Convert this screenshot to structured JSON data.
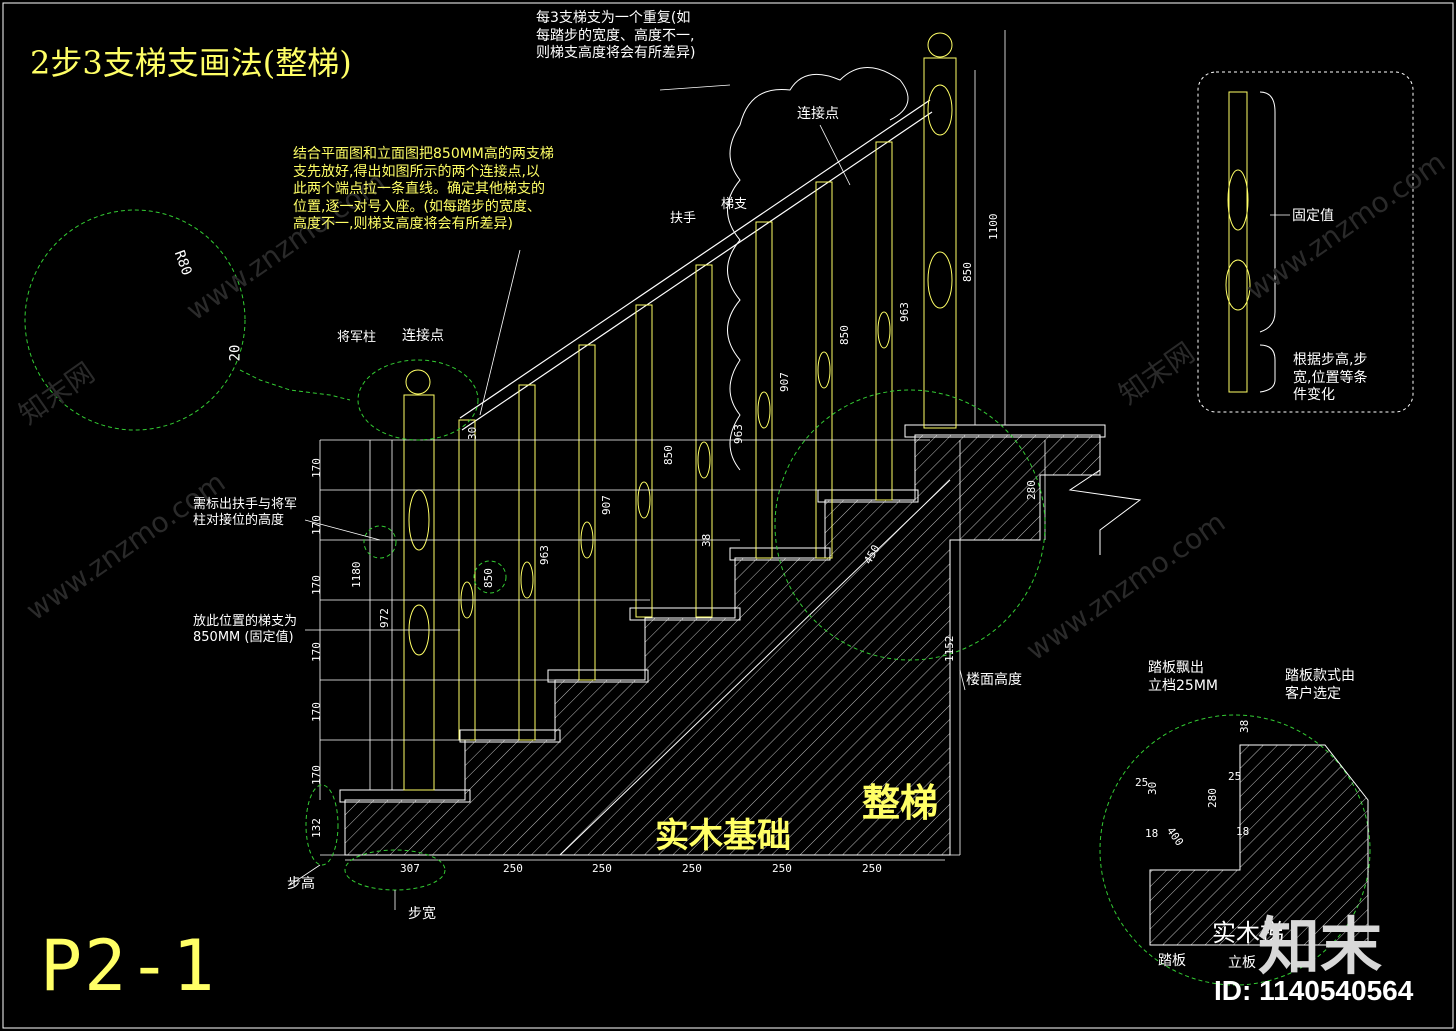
{
  "title": "2步3支梯支画法(整梯)",
  "page_id": "P2-1",
  "notes": {
    "repeat": [
      "每3支梯支为一个重复(如",
      "每踏步的宽度、高度不一,",
      "则梯支高度将会有所差异)"
    ],
    "connect_top": "连接点",
    "connect_left": "连接点",
    "newel": "将军柱",
    "handrail": "扶手",
    "baluster": "梯支",
    "instructions": [
      "结合平面图和立面图把850MM高的两支梯",
      "支先放好,得出如图所示的两个连接点,以",
      "此两个端点拉一条直线。确定其他梯支的",
      "位置,逐一对号入座。(如每踏步的宽度、",
      "高度不一,则梯支高度将会有所差异)"
    ],
    "mark_height": [
      "需标出扶手与将军",
      "柱对接位的高度"
    ],
    "fixed_850": [
      "放此位置的梯支为",
      "850MM (固定值)"
    ],
    "fixed_value": "固定值",
    "vary": [
      "根据步高,步",
      "宽,位置等条",
      "件变化"
    ],
    "floor_height": "楼面高度",
    "tread_overhang": [
      "踏板飘出",
      "立档25MM"
    ],
    "tread_style": [
      "踏板款式由",
      "客户选定"
    ],
    "solid_base": "实木基础",
    "whole_stair": "整梯",
    "step_height": "步高",
    "step_width": "步宽",
    "solid_stair_detail": "实木梯",
    "tread": "踏板",
    "riser": "立板"
  },
  "dimensions": {
    "r80": "R80",
    "d20": "20",
    "v170": [
      "170",
      "170",
      "170",
      "170",
      "170",
      "170"
    ],
    "v132": "132",
    "v1180": "1180",
    "v972": "972",
    "v850a": "850",
    "v963a": "963",
    "v907a": "907",
    "v850b": "850",
    "v963b": "963",
    "v907b": "907",
    "v850c": "850",
    "v963c": "963",
    "v1100": "1100",
    "v850d": "850",
    "v1152": "1152",
    "v280": "280",
    "v30": "30",
    "v38": "38",
    "h307": "307",
    "h250": [
      "250",
      "250",
      "250",
      "250",
      "250"
    ],
    "d450": "450",
    "detail_dims": [
      "38",
      "25",
      "25",
      "30",
      "280",
      "18",
      "18",
      "400"
    ]
  },
  "watermark": {
    "site": "www.znzmo.com",
    "brand": "知末网",
    "logo": "知末",
    "id": "ID: 1140540564"
  },
  "colors": {
    "background": "#000000",
    "line": "#ffffff",
    "accent": "#ffff66",
    "dashed": "#33cc33"
  }
}
